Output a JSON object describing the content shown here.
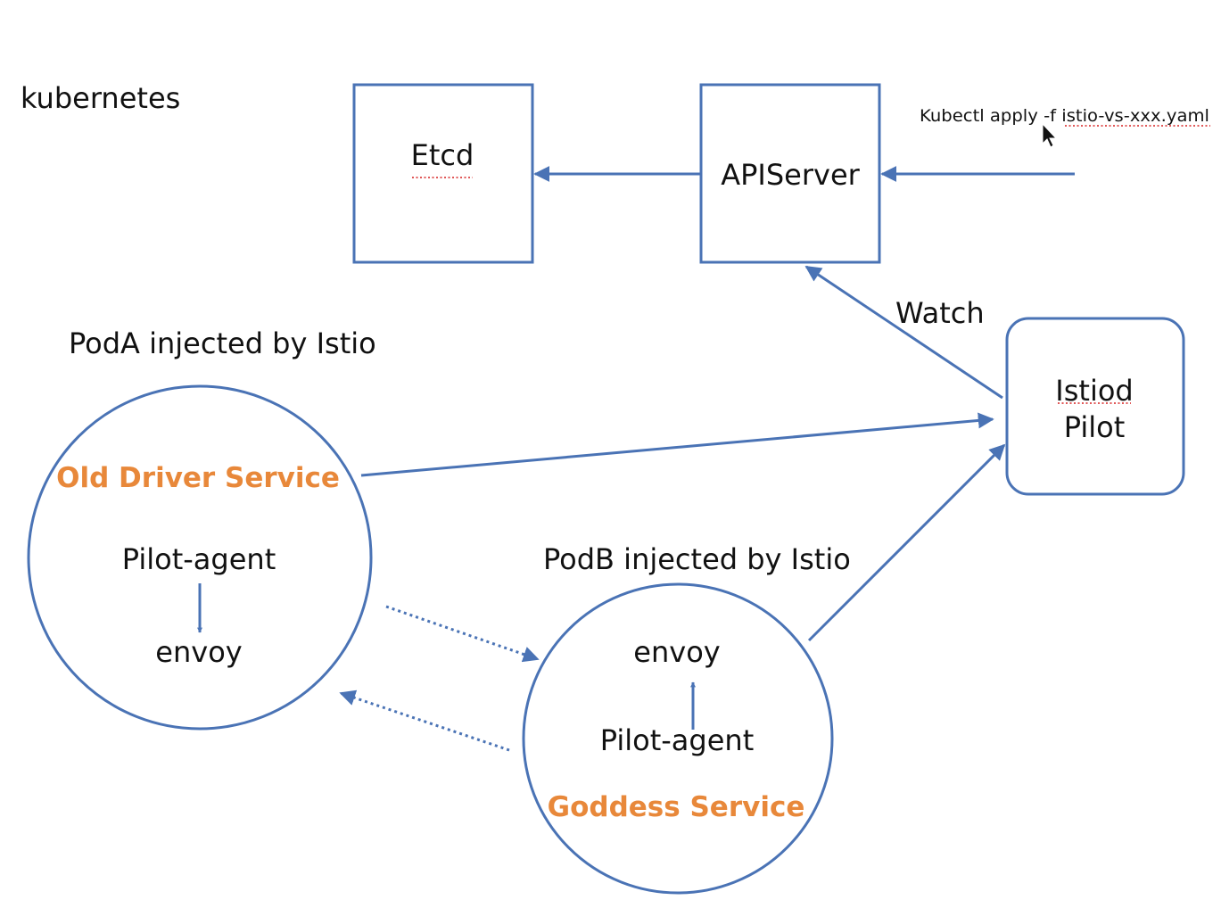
{
  "colors": {
    "accent": "#4a73b5",
    "service": "#e8883a",
    "text": "#111111",
    "spellcheck": "#d62020"
  },
  "labels": {
    "cluster": "kubernetes",
    "etcd": "Etcd",
    "apiserver": "APIServer",
    "command": "Kubectl apply -f istio-vs-xxx.yaml",
    "watch": "Watch",
    "istiod": "Istiod",
    "pilot": "Pilot",
    "pod_a_title": "PodA injected by Istio",
    "pod_b_title": "PodB injected by Istio"
  },
  "pod_a": {
    "service": "Old Driver Service",
    "agent": "Pilot-agent",
    "proxy": "envoy"
  },
  "pod_b": {
    "service": "Goddess Service",
    "agent": "Pilot-agent",
    "proxy": "envoy"
  },
  "icons": {
    "cursor": "mouse-pointer-icon"
  }
}
